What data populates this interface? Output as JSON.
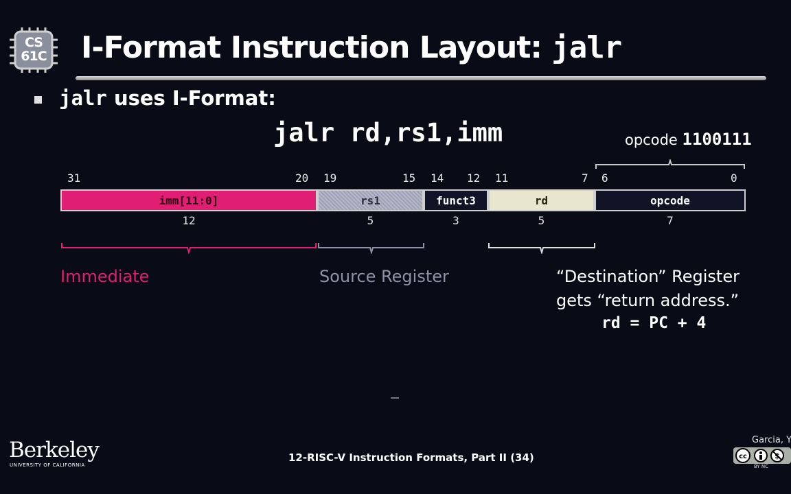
{
  "logo": {
    "line1": "CS",
    "line2": "61C"
  },
  "title": {
    "text": "I-Format Instruction Layout: ",
    "code": "jalr"
  },
  "bullet": {
    "code": "jalr",
    "text": " uses I-Format:"
  },
  "syntax": "jalr rd,rs1,imm",
  "opcode_label": {
    "text": "opcode ",
    "bits": "1100111"
  },
  "bit_numbers": [
    "31",
    "20",
    "19",
    "15",
    "14",
    "12",
    "11",
    "7",
    "6",
    "0"
  ],
  "fields": [
    {
      "label": "imm[11:0]",
      "width": "12",
      "color": "#e01f74"
    },
    {
      "label": "rs1",
      "width": "5",
      "color": "#9ea2b6"
    },
    {
      "label": "funct3",
      "width": "3",
      "color": "#101426"
    },
    {
      "label": "rd",
      "width": "5",
      "color": "#e8e6cc"
    },
    {
      "label": "opcode",
      "width": "7",
      "color": "#101426"
    }
  ],
  "labels": {
    "immediate": "Immediate",
    "source": "Source Register",
    "dest_line1": "“Destination” Register",
    "dest_line2": "gets “return address.”",
    "rd_eq": "rd = PC + 4"
  },
  "colors": {
    "immediate": "#e01f74",
    "source": "#8e92a6",
    "background": "#090c16"
  },
  "footer": {
    "berkeley": "Berkeley",
    "berkeley_sub": "UNIVERSITY OF CALIFORNIA",
    "lecture": "12-RISC-V Instruction Formats, Part II (34)",
    "credit": "Garcia, Yo",
    "license": "BY NC"
  }
}
